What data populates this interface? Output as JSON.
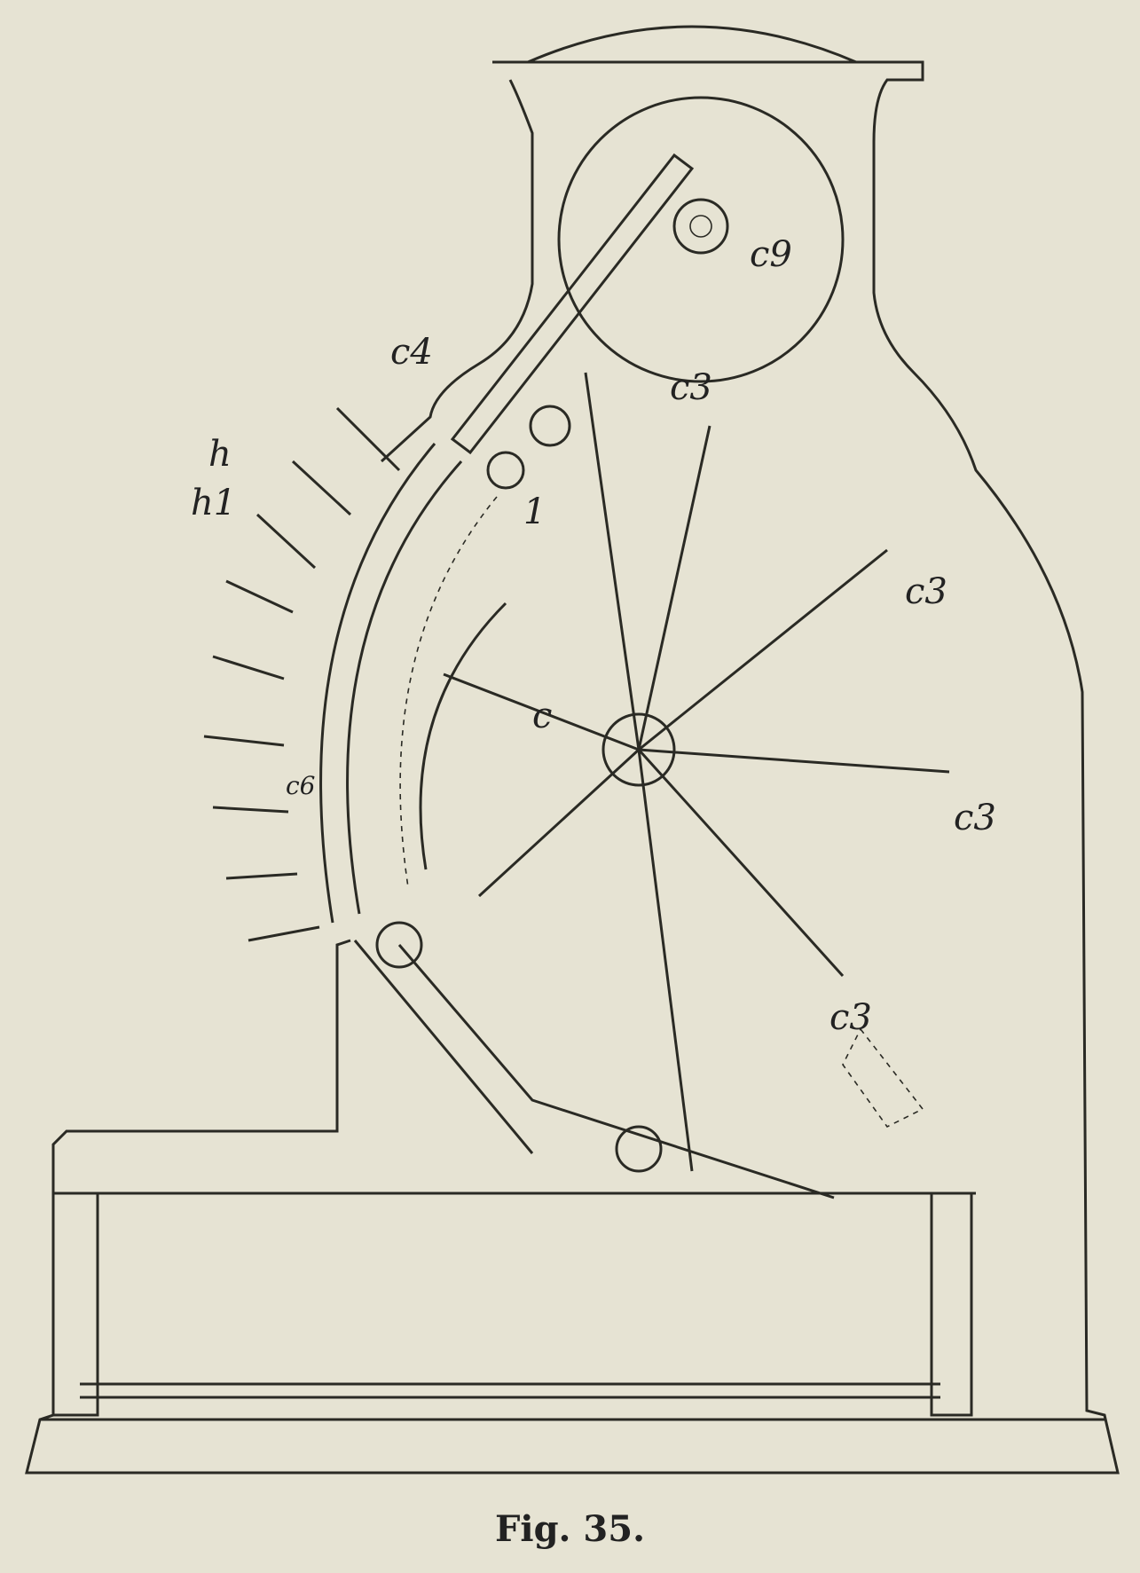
{
  "figure": {
    "caption": "Fig. 35.",
    "labels": {
      "c9": "c9",
      "c4": "c4",
      "c3_top": "c3",
      "c3_right_upper": "c3",
      "c3_right_lower": "c3",
      "c3_bottom": "c3",
      "h": "h",
      "h1": "h1",
      "one": "1",
      "c": "c",
      "c6": "c6"
    }
  },
  "colors": {
    "paper": "#e6e3d3",
    "ink": "#2a2a24"
  }
}
